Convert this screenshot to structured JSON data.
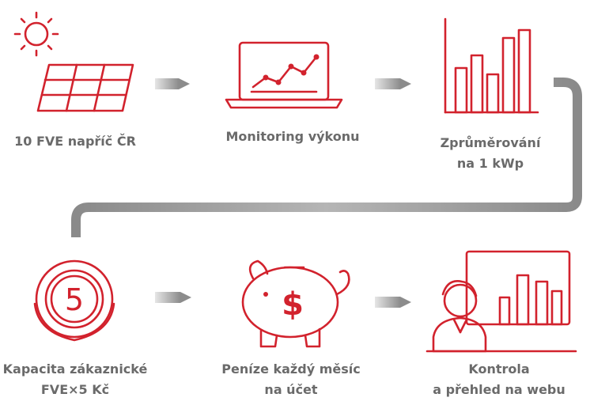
{
  "colors": {
    "accent": "#d2222d",
    "text": "#6a6a6a",
    "arrow": "#9a9a9a"
  },
  "steps": [
    {
      "lines": [
        "10 FVE napříč ČR"
      ],
      "icon": "solar-panel-icon"
    },
    {
      "lines": [
        "Monitoring výkonu"
      ],
      "icon": "laptop-chart-icon"
    },
    {
      "lines": [
        "Zprůměrování",
        "na 1 kWp"
      ],
      "icon": "bar-chart-icon"
    },
    {
      "lines": [
        "Kapacita zákaznické",
        "FVE×5 Kč"
      ],
      "icon": "coin-5-icon"
    },
    {
      "lines": [
        "Peníze každý měsíc",
        "na účet"
      ],
      "icon": "piggy-bank-icon"
    },
    {
      "lines": [
        "Kontrola",
        "a přehled na webu"
      ],
      "icon": "presentation-person-icon"
    }
  ],
  "coin_value": "5",
  "coin_currency": "$"
}
